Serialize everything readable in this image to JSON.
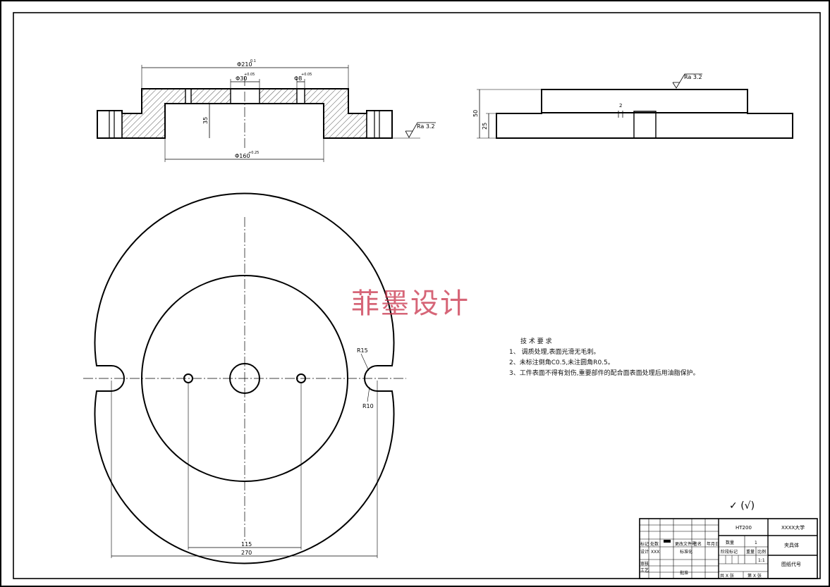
{
  "watermark": "菲墨设计",
  "front_view": {
    "dim_outer_dia": "Φ210",
    "dim_outer_tol": "0.1\n0",
    "dim_center_bore": "Φ30",
    "dim_center_bore_tol": "+0.05",
    "dim_small_hole": "Φ8",
    "dim_small_hole_tol": "+0.05",
    "dim_depth": "35",
    "dim_recess_dia": "Φ160",
    "dim_recess_tol": "+0.25\n0",
    "roughness": "Ra 3.2"
  },
  "side_view": {
    "roughness": "Ra 3.2",
    "dim_total_height": "50",
    "dim_base_height": "25",
    "dim_gap": "2"
  },
  "top_view": {
    "label_r15": "R15",
    "label_r10": "R10",
    "dim_hole_spacing": "115",
    "dim_slot_spacing": "270"
  },
  "tech_requirements": {
    "title": "技 术 要 求",
    "items": [
      "1、 调质处理,表面光滑无毛刺。",
      "2、未标注倒角C0.5,未注圆角R0.5。",
      "3、工件表面不得有划伤,重要部件的配合面表面处理后用油脂保护。"
    ]
  },
  "roughness_note": "(√)",
  "title_block": {
    "material": "HT200",
    "school": "XXXX大学",
    "part_name": "夹具体",
    "drawing_no": "图纸代号",
    "qty_label": "数量",
    "qty_value": "1",
    "weight_label": "重量",
    "scale_label": "比例",
    "scale_value": "1:1",
    "stage_label": "阶段标记",
    "sheet_text": "共 X 张",
    "page_text": "第 X 张",
    "design_label": "设计",
    "design_value": "XXX",
    "standard_label": "标准化",
    "check_label": "审核",
    "process_label": "工艺",
    "approve_label": "批准",
    "mark_label": "标记",
    "count_label": "处数",
    "change_label": "更改文件号",
    "sign_label": "签名",
    "date_label": "年月日"
  }
}
